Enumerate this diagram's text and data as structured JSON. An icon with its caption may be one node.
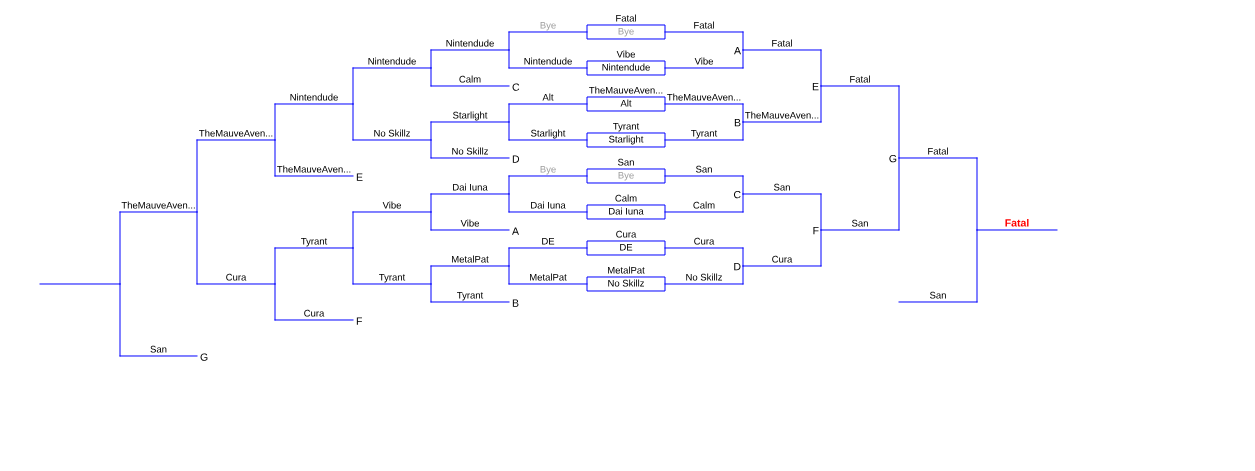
{
  "diagram": {
    "nodes": [
      {
        "text": [],
        "shape": "line"
      },
      {
        "text": [
          "TheMauveAven..."
        ]
      },
      {
        "text": [
          "San"
        ],
        "beside": [
          "G"
        ]
      },
      {
        "text": [
          "TheMauveAven..."
        ]
      },
      {
        "text": [
          "Cura"
        ]
      },
      {
        "text": [
          "Nintendude"
        ]
      },
      {
        "text": [
          "TheMauveAven..."
        ],
        "beside": [
          "E"
        ]
      },
      {
        "text": [
          "Tyrant"
        ]
      },
      {
        "text": [
          "Cura"
        ],
        "beside": [
          "F"
        ]
      },
      {
        "text": [
          "Nintendude"
        ]
      },
      {
        "text": [
          "No Skillz"
        ]
      },
      {
        "text": [
          "Vibe"
        ]
      },
      {
        "text": [
          "Tyrant"
        ]
      },
      {
        "text": [
          "Nintendude"
        ]
      },
      {
        "text": [
          "Calm"
        ],
        "beside": [
          "C"
        ]
      },
      {
        "text": [
          "Starlight"
        ]
      },
      {
        "text": [
          "No Skillz"
        ],
        "beside": [
          "D"
        ]
      },
      {
        "text": [
          "Dai Iuna"
        ]
      },
      {
        "text": [
          "Vibe"
        ],
        "beside": [
          "A"
        ]
      },
      {
        "text": [
          "MetalPat"
        ]
      },
      {
        "text": [
          "Tyrant"
        ],
        "beside": [
          "B"
        ]
      },
      {
        "text": [
          "Bye"
        ]
      },
      {
        "text": [
          "Nintendude"
        ]
      },
      {
        "text": [
          "Alt"
        ]
      },
      {
        "text": [
          "Starlight"
        ]
      },
      {
        "text": [
          "Bye"
        ]
      },
      {
        "text": [
          "Dai Iuna"
        ]
      },
      {
        "text": [
          "DE"
        ]
      },
      {
        "text": [
          "MetalPat"
        ]
      },
      {
        "text": [
          "Fatal",
          "Bye"
        ]
      },
      {
        "text": [
          "Vibe",
          "Nintendude"
        ]
      },
      {
        "text": [
          "TheMauveAven...",
          "Alt"
        ]
      },
      {
        "text": [
          "Tyrant",
          "Starlight"
        ]
      },
      {
        "text": [
          "San",
          "Bye"
        ]
      },
      {
        "text": [
          "Calm",
          "Dai Iuna"
        ]
      },
      {
        "text": [
          "Cura",
          "DE"
        ]
      },
      {
        "text": [
          "MetalPat",
          "No Skillz"
        ]
      },
      {
        "text": [
          "Fatal"
        ]
      },
      {
        "text": [
          "Vibe"
        ]
      },
      {
        "text": [
          "TheMauveAven..."
        ]
      },
      {
        "text": [
          "Tyrant"
        ]
      },
      {
        "text": [
          "San"
        ]
      },
      {
        "text": [
          "Calm"
        ]
      },
      {
        "text": [
          "Cura"
        ]
      },
      {
        "text": [
          "No Skillz"
        ]
      },
      {
        "text": [
          "Fatal"
        ],
        "beside": [
          "A"
        ]
      },
      {
        "text": [
          "TheMauveAven..."
        ],
        "beside": [
          "B"
        ]
      },
      {
        "text": [
          "San"
        ],
        "beside": [
          "C"
        ]
      },
      {
        "text": [
          "Cura"
        ],
        "beside": [
          "D"
        ]
      },
      {
        "text": [
          "Fatal"
        ],
        "beside": [
          "E"
        ]
      },
      {
        "text": [
          "San"
        ],
        "beside": [
          "F"
        ]
      },
      {
        "text": [
          "Fatal"
        ],
        "beside": [
          "G"
        ]
      },
      {
        "text": [
          "San"
        ]
      },
      {
        "text": [
          "Fatal"
        ]
      }
    ],
    "edges": [
      {
        "from": 1,
        "to": 0,
        "arrow": "none"
      },
      {
        "from": 2,
        "to": 0,
        "arrow": "none"
      },
      {
        "from": 3,
        "to": 1,
        "arrow": "none"
      },
      {
        "from": 4,
        "to": 1,
        "arrow": "none"
      },
      {
        "from": 5,
        "to": 3,
        "arrow": "none"
      },
      {
        "from": 6,
        "to": 3,
        "arrow": "none"
      },
      {
        "from": 7,
        "to": 4,
        "arrow": "none"
      },
      {
        "from": 8,
        "to": 4,
        "arrow": "none"
      },
      {
        "from": 9,
        "to": 5,
        "arrow": "none"
      },
      {
        "from": 10,
        "to": 5,
        "arrow": "none"
      },
      {
        "from": 11,
        "to": 7,
        "arrow": "none"
      },
      {
        "from": 12,
        "to": 7,
        "arrow": "none"
      },
      {
        "from": 13,
        "to": 9,
        "arrow": "none"
      },
      {
        "from": 14,
        "to": 9,
        "arrow": "none"
      },
      {
        "from": 15,
        "to": 10,
        "arrow": "none"
      },
      {
        "from": 16,
        "to": 10,
        "arrow": "none"
      },
      {
        "from": 17,
        "to": 11,
        "arrow": "none"
      },
      {
        "from": 18,
        "to": 11,
        "arrow": "none"
      },
      {
        "from": 19,
        "to": 12,
        "arrow": "none"
      },
      {
        "from": 20,
        "to": 12,
        "arrow": "none"
      },
      {
        "from": 21,
        "to": 13,
        "arrow": "none"
      },
      {
        "from": 22,
        "to": 13,
        "arrow": "none"
      },
      {
        "from": 23,
        "to": 15,
        "arrow": "none"
      },
      {
        "from": 24,
        "to": 15,
        "arrow": "none"
      },
      {
        "from": 25,
        "to": 17,
        "arrow": "none"
      },
      {
        "from": 26,
        "to": 17,
        "arrow": "none"
      },
      {
        "from": 27,
        "to": 19,
        "arrow": "none"
      },
      {
        "from": 28,
        "to": 19,
        "arrow": "none"
      },
      {
        "from": 37,
        "to": 45,
        "arrow": "none"
      },
      {
        "from": 38,
        "to": 45,
        "arrow": "none"
      },
      {
        "from": 39,
        "to": 46,
        "arrow": "none"
      },
      {
        "from": 40,
        "to": 46,
        "arrow": "none"
      },
      {
        "from": 41,
        "to": 47,
        "arrow": "none"
      },
      {
        "from": 42,
        "to": 47,
        "arrow": "none"
      },
      {
        "from": 43,
        "to": 48,
        "arrow": "none"
      },
      {
        "from": 44,
        "to": 48,
        "arrow": "none"
      },
      {
        "from": 45,
        "to": 49,
        "arrow": "none"
      },
      {
        "from": 46,
        "to": 49,
        "arrow": "none"
      },
      {
        "from": 47,
        "to": 50,
        "arrow": "none"
      },
      {
        "from": 48,
        "to": 50,
        "arrow": "none"
      },
      {
        "from": 49,
        "to": 51,
        "arrow": "none"
      },
      {
        "from": 50,
        "to": 51,
        "arrow": "none"
      },
      {
        "from": 51,
        "to": 53,
        "arrow": "none"
      },
      {
        "from": 52,
        "to": 53,
        "arrow": "none"
      }
    ]
  }
}
